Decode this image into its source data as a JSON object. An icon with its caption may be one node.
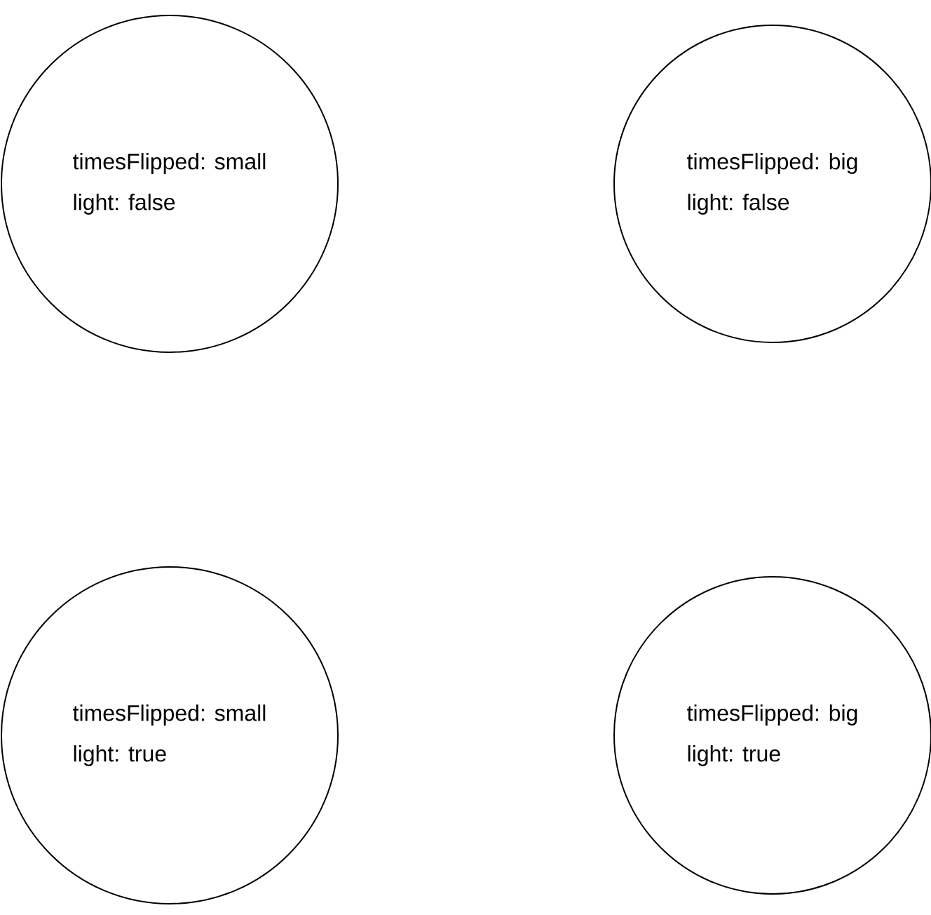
{
  "diagram": {
    "nodes": [
      {
        "text": [
          "timesFlipped: small",
          "light: false"
        ]
      },
      {
        "text": [
          "timesFlipped: big",
          "light: false"
        ]
      },
      {
        "text": [
          "timesFlipped: small",
          "light: true"
        ]
      },
      {
        "text": [
          "timesFlipped: big",
          "light: true"
        ]
      }
    ]
  }
}
